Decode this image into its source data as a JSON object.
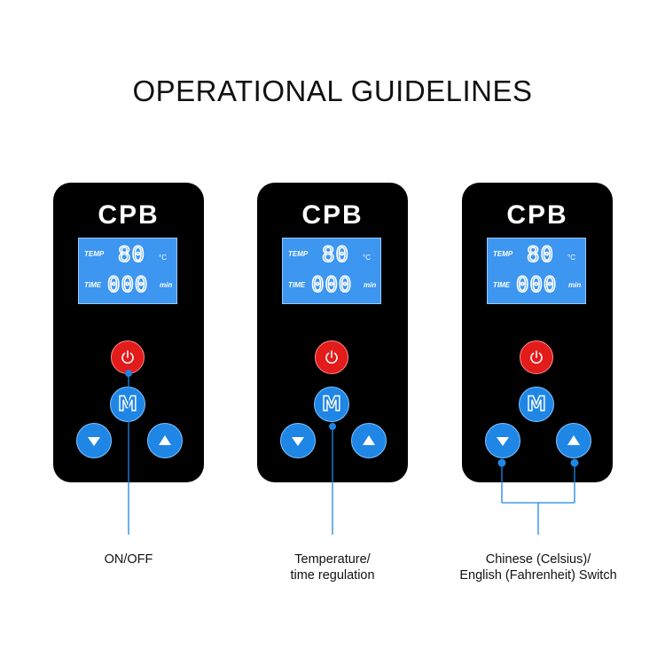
{
  "title": "OPERATIONAL GUIDELINES",
  "panels": [
    {
      "brand": "CPB",
      "temp_label": "TEMP",
      "temp_value": "80",
      "temp_unit": "°C",
      "time_label": "TIME",
      "time_value": "000",
      "time_unit": "min",
      "button_m": "M"
    },
    {
      "brand": "CPB",
      "temp_label": "TEMP",
      "temp_value": "80",
      "temp_unit": "°C",
      "time_label": "TIME",
      "time_value": "000",
      "time_unit": "min",
      "button_m": "M"
    },
    {
      "brand": "CPB",
      "temp_label": "TEMP",
      "temp_value": "80",
      "temp_unit": "°C",
      "time_label": "TIME",
      "time_value": "000",
      "time_unit": "min",
      "button_m": "M"
    }
  ],
  "captions": {
    "on_off": "ON/OFF",
    "temp_line1": "Temperature/",
    "temp_line2": "time regulation",
    "switch_line1": "Chinese (Celsius)/",
    "switch_line2": "English (Fahrenheit) Switch"
  },
  "colors": {
    "panel": "#000000",
    "lcd": "#3d96f0",
    "power_button": "#e21b1b",
    "control_button": "#1f86e6",
    "callout_line": "#1f86e6"
  },
  "icons": [
    "power-icon",
    "m-icon",
    "arrow-down-icon",
    "arrow-up-icon"
  ]
}
